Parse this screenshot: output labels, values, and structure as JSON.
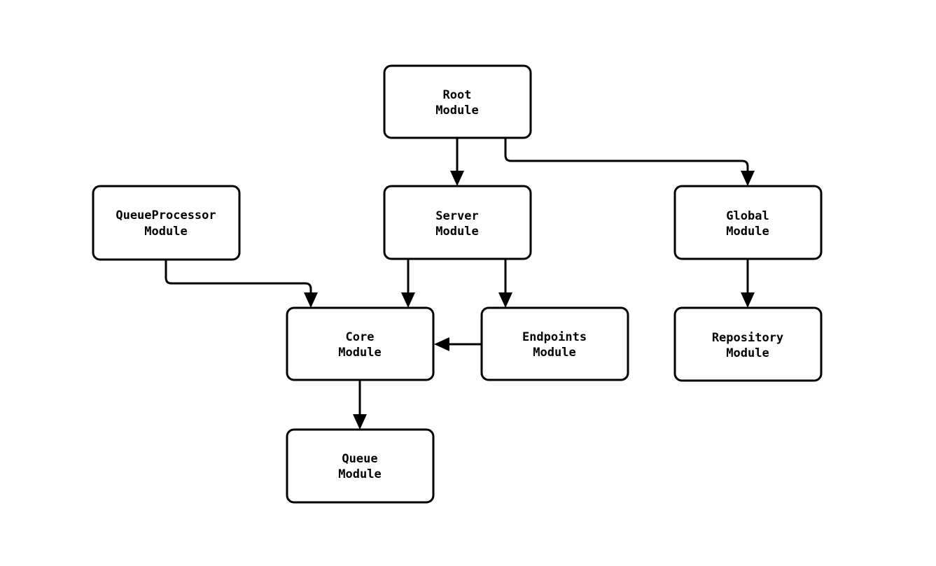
{
  "diagram": {
    "type": "module-dependency-graph",
    "background_color": "#ffffff",
    "stroke_color": "#000000",
    "node_fill_color": "#ffffff",
    "nodes": [
      {
        "id": "root",
        "line1": "Root",
        "line2": "Module"
      },
      {
        "id": "queueprocessor",
        "line1": "QueueProcessor",
        "line2": "Module"
      },
      {
        "id": "server",
        "line1": "Server",
        "line2": "Module"
      },
      {
        "id": "global",
        "line1": "Global",
        "line2": "Module"
      },
      {
        "id": "core",
        "line1": "Core",
        "line2": "Module"
      },
      {
        "id": "endpoints",
        "line1": "Endpoints",
        "line2": "Module"
      },
      {
        "id": "repository",
        "line1": "Repository",
        "line2": "Module"
      },
      {
        "id": "queue",
        "line1": "Queue",
        "line2": "Module"
      }
    ],
    "edges": [
      {
        "from": "root",
        "to": "server"
      },
      {
        "from": "root",
        "to": "global"
      },
      {
        "from": "queueprocessor",
        "to": "core"
      },
      {
        "from": "server",
        "to": "core"
      },
      {
        "from": "server",
        "to": "endpoints"
      },
      {
        "from": "endpoints",
        "to": "core"
      },
      {
        "from": "global",
        "to": "repository"
      },
      {
        "from": "core",
        "to": "queue"
      }
    ]
  }
}
